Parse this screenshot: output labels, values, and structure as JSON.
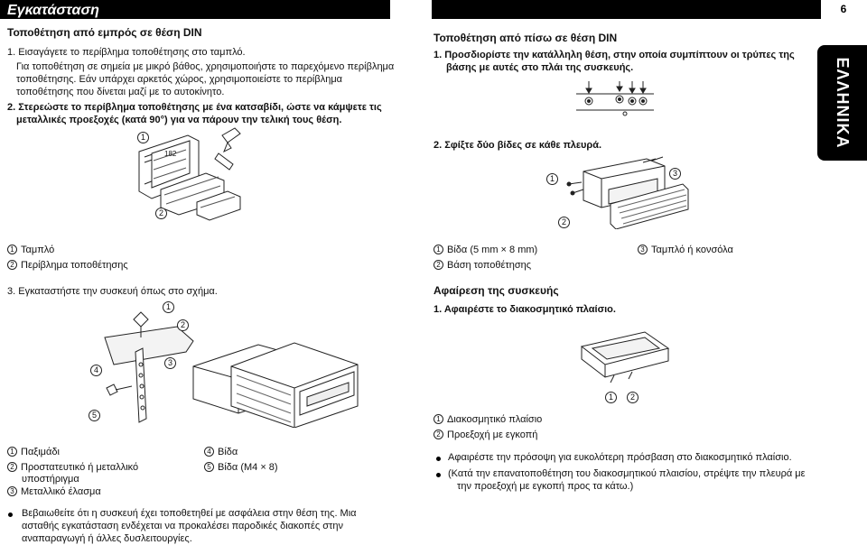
{
  "header": {
    "title": "Εγκατάσταση",
    "page_number": "6",
    "side_tab": "ΕΛΛΗΝΙΚΑ"
  },
  "left": {
    "section_title": "Τοποθέτηση από εμπρός σε θέση DIN",
    "step1": "1. Εισαγάγετε το περίβλημα τοποθέτησης στο ταμπλό.",
    "step1_body": [
      "Για τοποθέτηση σε σημεία με μικρό βάθος, χρησιμοποιήστε το παρεχόμενο περίβλημα",
      "τοποθέτησης. Εάν υπάρχει αρκετός χώρος, χρησιμοποιείστε το περίβλημα",
      "τοποθέτησης που δίνεται μαζί με το αυτοκίνητο."
    ],
    "step2_lines": [
      "2. Στερεώστε το περίβλημα τοποθέτησης με ένα κατσαβίδι, ώστε να κάμψετε τις",
      "μεταλλικές προεξοχές (κατά 90°) για να πάρουν την τελική τους θέση."
    ],
    "fig1_dim": "182",
    "fig1_legend": [
      {
        "n": "1",
        "label": "Ταμπλό"
      },
      {
        "n": "2",
        "label": "Περίβλημα τοποθέτησης"
      }
    ],
    "step3": "3. Εγκαταστήστε την συσκευή όπως στο σχήμα.",
    "fig2_legend": [
      {
        "n": "1",
        "label": "Παξιμάδι"
      },
      {
        "n": "2",
        "label": "Προστατευτικό ή μεταλλικό",
        "label2": "υποστήριγμα"
      },
      {
        "n": "3",
        "label": "Μεταλλικό έλασμα"
      },
      {
        "n": "4",
        "label": "Βίδα"
      },
      {
        "n": "5",
        "label": "Βίδα (M4 × 8)"
      }
    ],
    "note_lines": [
      "Βεβαιωθείτε ότι η συσκευή έχει τοποθετηθεί με ασφάλεια στην θέση της. Μια",
      "ασταθής εγκατάσταση ενδέχεται να προκαλέσει παροδικές διακοπές στην",
      "αναπαραγωγή ή άλλες δυσλειτουργίες."
    ]
  },
  "right": {
    "section_title": "Τοποθέτηση από πίσω σε θέση DIN",
    "step1_lines": [
      "1. Προσδιορίστε την κατάλληλη θέση, στην οποία συμπίπτουν οι τρύπες της",
      "βάσης με αυτές στο πλάι της συσκευής."
    ],
    "step2": "2. Σφίξτε δύο βίδες σε κάθε πλευρά.",
    "fig_legend": [
      {
        "n": "1",
        "label": "Βίδα (5 mm × 8 mm)"
      },
      {
        "n": "2",
        "label": "Βάση τοποθέτησης"
      },
      {
        "n": "3",
        "label": "Ταμπλό ή κονσόλα"
      }
    ],
    "removal_title": "Αφαίρεση της συσκευής",
    "removal_step1": "1. Αφαιρέστε το διακοσμητικό πλαίσιο.",
    "removal_legend": [
      {
        "n": "1",
        "label": "Διακοσμητικό πλαίσιο"
      },
      {
        "n": "2",
        "label": "Προεξοχή με εγκοπή"
      }
    ],
    "bullets": [
      {
        "lines": [
          "Αφαιρέστε την πρόσοψη για ευκολότερη πρόσβαση στο διακοσμητικό πλαίσιο."
        ]
      },
      {
        "lines": [
          "(Κατά την επανατοποθέτηση του διακοσμητικού πλαισίου, στρέψτε την πλευρά με",
          "την προεξοχή με εγκοπή προς τα κάτω.)"
        ]
      }
    ]
  }
}
